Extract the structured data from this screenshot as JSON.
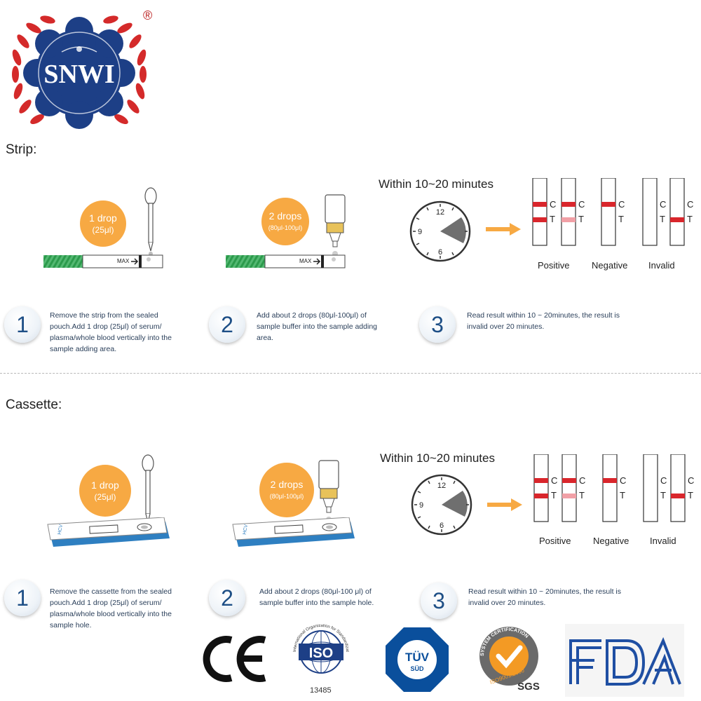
{
  "logo": {
    "text": "SNWI",
    "trademark": "®"
  },
  "strip": {
    "title": "Strip:",
    "within": "Within 10~20 minutes",
    "max_label": "MAX",
    "bubble1": {
      "line1": "1 drop",
      "line2": "(25μl)"
    },
    "bubble2": {
      "line1": "2 drops",
      "line2": "(80μl-100μl)"
    },
    "clock": {
      "n12": "12",
      "n9": "9",
      "n6": "6"
    },
    "results": {
      "positive": "Positive",
      "negative": "Negative",
      "invalid": "Invalid",
      "c": "C",
      "t": "T"
    },
    "steps": [
      {
        "num": "1",
        "text": "Remove the strip from the sealed pouch.Add 1 drop (25μl) of serum/ plasma/whole blood vertically into the sample adding area."
      },
      {
        "num": "2",
        "text": "Add about 2 drops (80μl-100μl) of sample buffer into the sample adding area."
      },
      {
        "num": "3",
        "text": "Read result within 10 ~ 20minutes, the result is invalid over 20 minutes."
      }
    ]
  },
  "cassette": {
    "title": "Cassette:",
    "within": "Within 10~20 minutes",
    "bubble1": {
      "line1": "1 drop",
      "line2": "(25μl)"
    },
    "bubble2": {
      "line1": "2 drops",
      "line2": "(80μl-100μl)"
    },
    "cassette_label": "HCV",
    "clock": {
      "n12": "12",
      "n9": "9",
      "n6": "6"
    },
    "results": {
      "positive": "Positive",
      "negative": "Negative",
      "invalid": "Invalid",
      "c": "C",
      "t": "T"
    },
    "steps": [
      {
        "num": "1",
        "text": "Remove the cassette from the sealed pouch.Add 1 drop (25μl) of serum/ plasma/whole blood vertically into the sample hole."
      },
      {
        "num": "2",
        "text": "Add about 2 drops (80μl-100 μl) of sample buffer into the sample hole."
      },
      {
        "num": "3",
        "text": "Read result within 10 ~ 20minutes, the result is invalid over 20 minutes."
      }
    ]
  },
  "certifications": {
    "ce": "CE",
    "iso": "ISO",
    "iso_ring": "International Organization for Standardization",
    "iso_number": "13485",
    "tuv": "TÜV",
    "tuv_sub": "SÜD",
    "sgs": "SGS",
    "sgs_ring": "SYSTEM CERTIFICATION",
    "sgs_iso": "ISO9001:2000",
    "fda": "FDA"
  },
  "colors": {
    "accent_orange": "#f7a943",
    "line_red": "#d9262c",
    "line_pink": "#f1a0a6",
    "step_blue": "#1e4f86",
    "logo_blue": "#1d3f86",
    "logo_red": "#d42a2a",
    "tuv_blue": "#0a4f9c",
    "fda_blue": "#1f4fa3"
  }
}
